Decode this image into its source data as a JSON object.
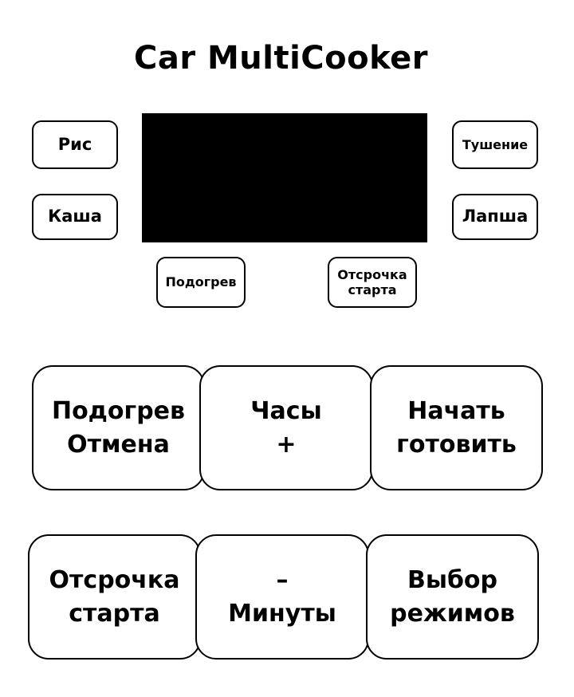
{
  "title": "Car MultiCooker",
  "display": {
    "text": ""
  },
  "left_buttons": [
    {
      "label": "Рис"
    },
    {
      "label": "Каша"
    }
  ],
  "right_buttons": [
    {
      "label": "Тушение"
    },
    {
      "label": "Лапша"
    }
  ],
  "small_buttons": {
    "warm": "Подогрев",
    "delay": "Отсрочка\nстарта"
  },
  "control_row_1": [
    {
      "line1": "Подогрев",
      "line2": "Отмена"
    },
    {
      "line1": "Часы",
      "line2": "+"
    },
    {
      "line1": "Начать",
      "line2": "готовить"
    }
  ],
  "control_row_2": [
    {
      "line1": "Отсрочка",
      "line2": "старта"
    },
    {
      "line1": "–",
      "line2": "Минуты"
    },
    {
      "line1": "Выбор",
      "line2": "режимов"
    }
  ]
}
